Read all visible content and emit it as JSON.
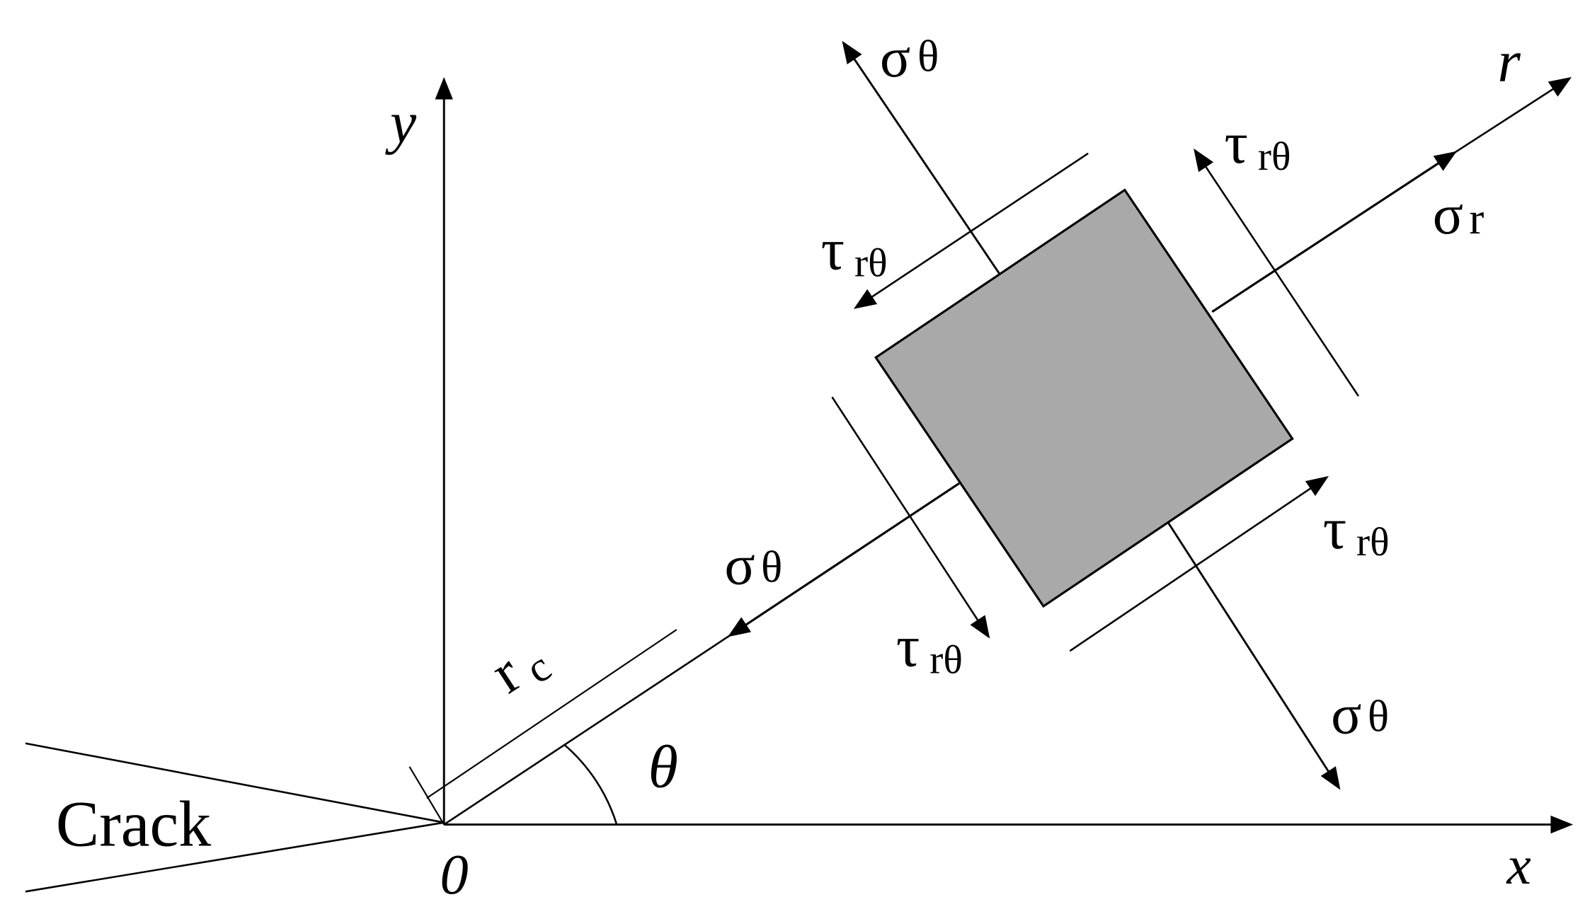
{
  "labels": {
    "crack": "Crack",
    "origin": "0",
    "x_axis": "x",
    "y_axis": "y",
    "r_axis": "r",
    "theta": "θ",
    "r_c_main": "r",
    "r_c_sub": "c",
    "sigma": "σ",
    "tau": "τ",
    "theta_sub": "θ",
    "r_sub": "r",
    "r_theta_sub": "rθ"
  },
  "colors": {
    "ink": "#000000",
    "element_fill": "#a9a9a9",
    "background": "#ffffff"
  }
}
